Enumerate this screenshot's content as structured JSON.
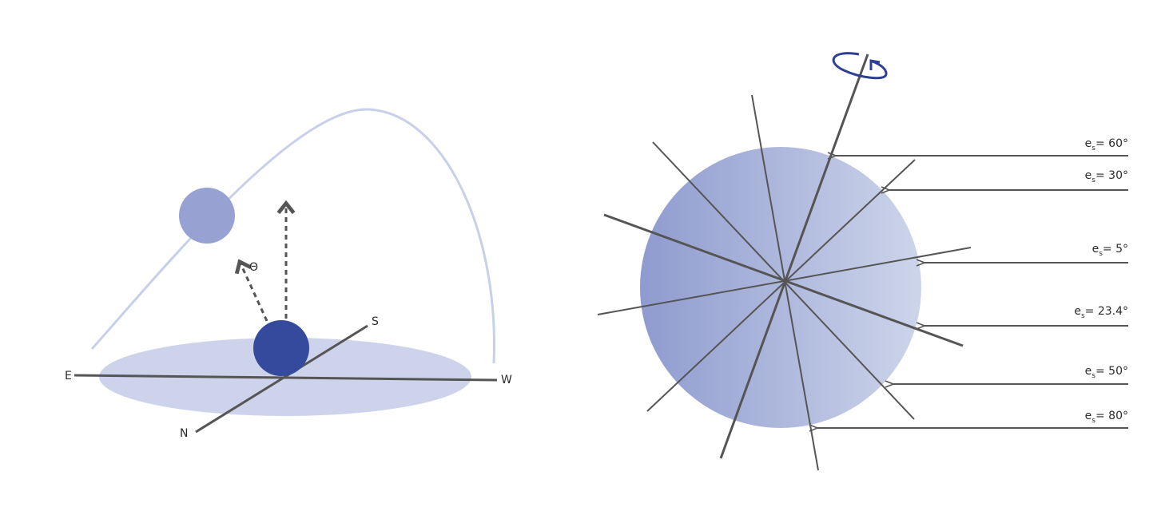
{
  "left_panel": {
    "directions": {
      "east": "E",
      "west": "W",
      "north": "N",
      "south": "S"
    },
    "angle_symbol": "Θ"
  },
  "right_panel": {
    "incidence_labels": [
      {
        "prefix": "e",
        "sub": "s",
        "value": "= 60°"
      },
      {
        "prefix": "e",
        "sub": "s",
        "value": "= 30°"
      },
      {
        "prefix": "e",
        "sub": "s",
        "value": "= 5°"
      },
      {
        "prefix": "e",
        "sub": "s",
        "value": "= 23.4°"
      },
      {
        "prefix": "e",
        "sub": "s",
        "value": "= 50°"
      },
      {
        "prefix": "e",
        "sub": "s",
        "value": "= 80°"
      }
    ]
  },
  "colors": {
    "ground_disc": "#cdd3ea",
    "sun_path": "#c8d0e8",
    "sun_small": "#97a1d2",
    "earth_dark": "#354a9c",
    "line_gray": "#555555",
    "globe_left": "#8f9bcf",
    "globe_right": "#cdd5ea",
    "rotation_arrow": "#2e3f93"
  }
}
